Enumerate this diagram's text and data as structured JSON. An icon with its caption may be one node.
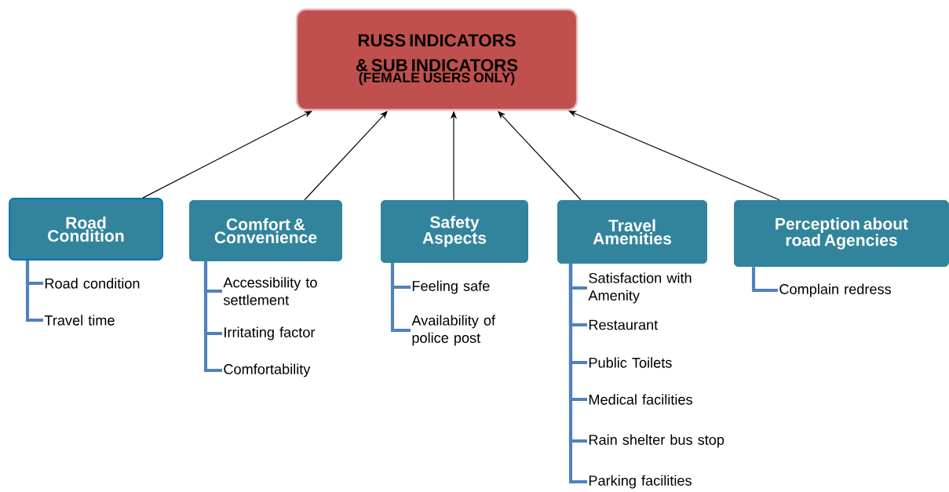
{
  "diagram": {
    "nodes": [
      {
        "text": [
          "RUSS INDICATORS & SUB INDICATORS",
          "(FEMALE USERS ONLY)"
        ]
      },
      {
        "text": [
          "Road Condition"
        ]
      },
      {
        "text": [
          "Comfort & Convenience"
        ]
      },
      {
        "text": [
          "Safety Aspects"
        ]
      },
      {
        "text": [
          "Travel Amenities"
        ]
      },
      {
        "text": [
          "Perception about road Agencies"
        ]
      },
      {
        "text": [
          "Road condition"
        ]
      },
      {
        "text": [
          "Travel time"
        ]
      },
      {
        "text": [
          "Accessibility to settlement"
        ]
      },
      {
        "text": [
          "Irritating factor"
        ]
      },
      {
        "text": [
          "Comfortability"
        ]
      },
      {
        "text": [
          "Feeling safe"
        ]
      },
      {
        "text": [
          "Availability of police post"
        ]
      },
      {
        "text": [
          "Satisfaction with Amenity"
        ]
      },
      {
        "text": [
          "Restaurant"
        ]
      },
      {
        "text": [
          "Public Toilets"
        ]
      },
      {
        "text": [
          "Medical facilities"
        ]
      },
      {
        "text": [
          "Rain shelter bus stop"
        ]
      },
      {
        "text": [
          "Parking facilities"
        ]
      },
      {
        "text": [
          "Complain redress"
        ]
      }
    ],
    "edges": [
      {
        "from": 1,
        "to": 0,
        "arrow": "to",
        "color": "#000000"
      },
      {
        "from": 2,
        "to": 0,
        "arrow": "to",
        "color": "#000000"
      },
      {
        "from": 3,
        "to": 0,
        "arrow": "to",
        "color": "#000000"
      },
      {
        "from": 4,
        "to": 0,
        "arrow": "to",
        "color": "#000000"
      },
      {
        "from": 5,
        "to": 0,
        "arrow": "to",
        "color": "#000000"
      },
      {
        "from": 1,
        "to": 6,
        "arrow": "none"
      },
      {
        "from": 1,
        "to": 7,
        "arrow": "none"
      },
      {
        "from": 2,
        "to": 8,
        "arrow": "none"
      },
      {
        "from": 2,
        "to": 9,
        "arrow": "none"
      },
      {
        "from": 2,
        "to": 10,
        "arrow": "none"
      },
      {
        "from": 3,
        "to": 11,
        "arrow": "none"
      },
      {
        "from": 3,
        "to": 12,
        "arrow": "none"
      },
      {
        "from": 4,
        "to": 13,
        "arrow": "none"
      },
      {
        "from": 4,
        "to": 14,
        "arrow": "none"
      },
      {
        "from": 4,
        "to": 15,
        "arrow": "none"
      },
      {
        "from": 4,
        "to": 16,
        "arrow": "none"
      },
      {
        "from": 4,
        "to": 17,
        "arrow": "none"
      },
      {
        "from": 4,
        "to": 18,
        "arrow": "none"
      },
      {
        "from": 5,
        "to": 19,
        "arrow": "none"
      }
    ]
  }
}
